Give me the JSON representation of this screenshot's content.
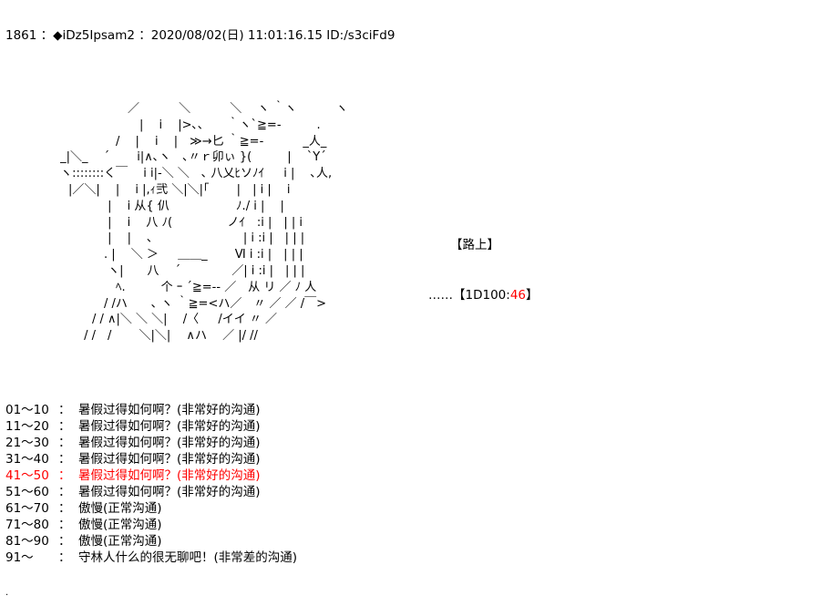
{
  "post": {
    "header": "1861 ：◆iDz5Ipsam2 ：2020/08/02(日) 11:01:16.15 ID:/s3ciFd9"
  },
  "ascii_art": "　　　　　　　　／　　　 ＼　　　 ＼　 ヽ ｀ヽ　　　 ヽ\n　　　　　　　　　|　 i　 |>､､　　｀ヽ`≧=-　　　.\n　　　　　　　/　 |　 i　 |　≫→匕 ｀≧=-　　　 _人_\n　　 _|＼_ 　´　　 i|∧､ヽ　､〃ｒ卯ぃ }(　　　|　 `Y´\n　　 ヽ::::::::く￣　 i i|-＼ ＼　､ 八乂ﾋソﾉｲ 　 i |　 ､人,\n　　　|／＼|　 |　 i |,ｨ弐 ＼|＼|｢　　 |　| i |　 i\n　　　　　　 |　 i 从{ 仈 　　　　　 ﾉ./ i |　 |\n　　　　　　 |　 i 　八 ﾉ( 　　　　 ノｲ　:i |　| | i\n　　　　　　 |　 |　 ､ 　　　　　　　 | i :i |　| | |\n　　　　　　. |　 ＼ ＞ 　 ＿＿_　　 Ⅵ i :i |　| | |\n　　　　　　 ヽ|　　八　 ´　　　　 ／| i :i |　| | |\n　　　　　　　ﾍ.　　　个 ｰ ´≧=-‐ ／　从 リ ／ ﾉ 人\n　　　　　　/ /ハ　　､ ヽ ｀≧=<ハ／　〃 ／ ／ /￣>\n　　　　　/ / ∧|＼ ＼ ＼|　 /〈 　 /イイ 〃 ／\n　　　　 / /　/　　 ＼|＼|　 ∧ハ　 ／ |/ //",
  "location": {
    "label": "【路上】"
  },
  "dice": {
    "prefix": "……【1D100:",
    "result": "46",
    "suffix": "】"
  },
  "outcomes": [
    {
      "range": "01～10",
      "sep": "：",
      "text": "暑假过得如何啊？(非常好的沟通)"
    },
    {
      "range": "11～20",
      "sep": "：",
      "text": "暑假过得如何啊？(非常好的沟通)"
    },
    {
      "range": "21～30",
      "sep": "：",
      "text": "暑假过得如何啊？(非常好的沟通)"
    },
    {
      "range": "31～40",
      "sep": "：",
      "text": "暑假过得如何啊？(非常好的沟通)"
    },
    {
      "range": "41～50",
      "sep": "：",
      "text": "暑假过得如何啊？(非常好的沟通)"
    },
    {
      "range": "51～60",
      "sep": "：",
      "text": "暑假过得如何啊？(非常好的沟通)"
    },
    {
      "range": "61～70",
      "sep": "：",
      "text": "傲慢(正常沟通)"
    },
    {
      "range": "71～80",
      "sep": "：",
      "text": "傲慢(正常沟通)"
    },
    {
      "range": "81～90",
      "sep": "：",
      "text": "傲慢(正常沟通)"
    },
    {
      "range": "91～",
      "sep": "：",
      "text": "守林人什么的很无聊吧！(非常差的沟通)"
    }
  ],
  "highlight_color": "#ff0000",
  "footer": {
    "mark": "."
  }
}
